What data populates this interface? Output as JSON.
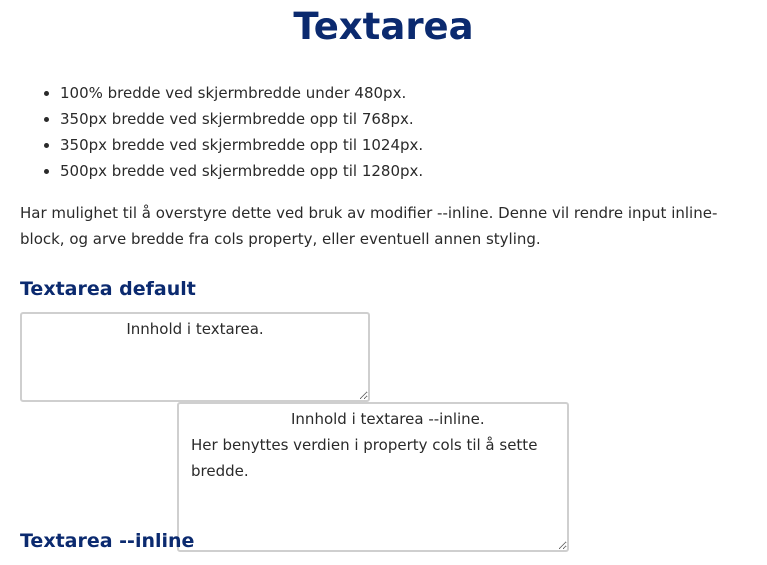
{
  "page": {
    "title": "Textarea"
  },
  "bullets": [
    "100% bredde ved skjermbredde under 480px.",
    "350px bredde ved skjermbredde opp til 768px.",
    "350px bredde ved skjermbredde opp til 1024px.",
    "500px bredde ved skjermbredde opp til 1280px."
  ],
  "paragraph": "Har mulighet til å overstyre dette ved bruk av modifier --inline. Denne vil rendre input inline-block, og arve bredde fra cols property, eller eventuell annen styling.",
  "sections": {
    "default": {
      "heading": "Textarea default",
      "value": "Innhold i textarea."
    },
    "inline": {
      "heading": "Textarea --inline",
      "value": "Innhold i textarea --inline.\nHer benyttes verdien i property cols til å sette bredde."
    }
  }
}
